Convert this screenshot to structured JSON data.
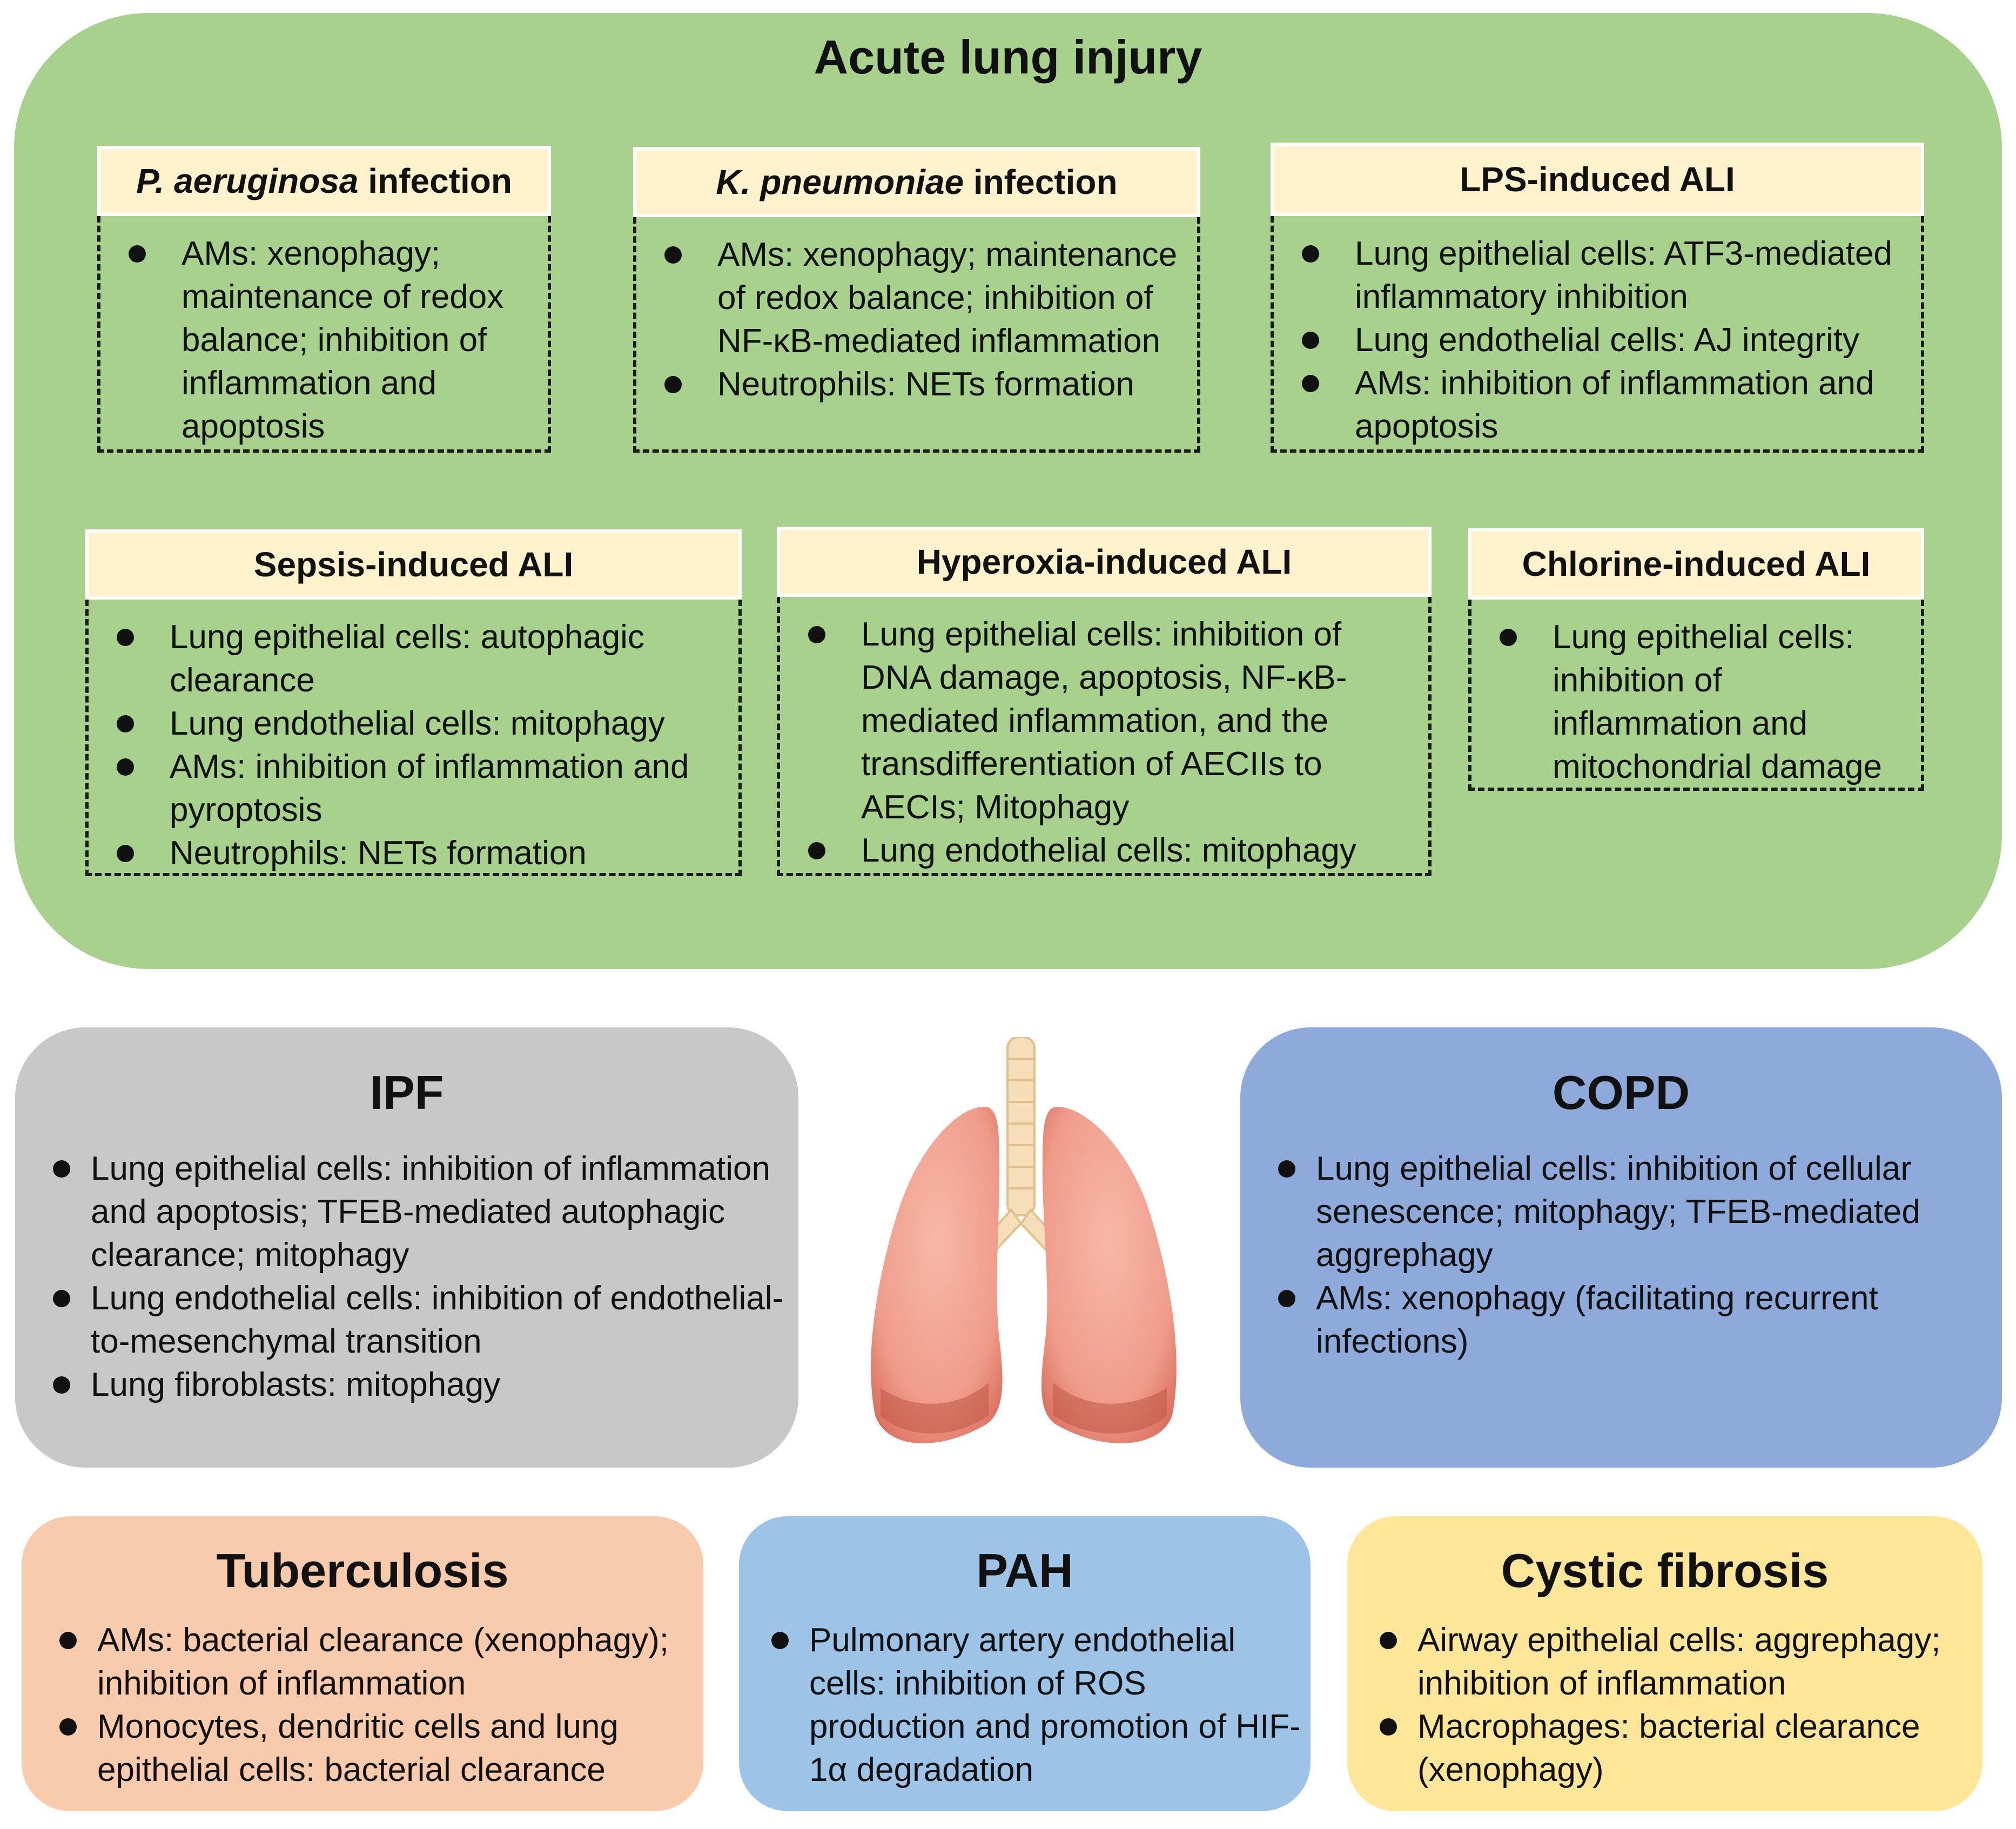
{
  "ali": {
    "title": "Acute lung injury",
    "boxes": [
      {
        "title_em": "P. aeruginosa",
        "title_rest": " infection",
        "items": [
          "AMs: xenophagy; maintenance of redox balance; inhibition of inflammation and apoptosis"
        ]
      },
      {
        "title_em": "K. pneumoniae",
        "title_rest": " infection",
        "items": [
          "AMs: xenophagy; maintenance of redox balance; inhibition of NF-κB-mediated inflammation",
          "Neutrophils: NETs formation"
        ]
      },
      {
        "title": "LPS-induced ALI",
        "items": [
          "Lung epithelial cells: ATF3-mediated inflammatory inhibition",
          "Lung endothelial cells: AJ integrity",
          "AMs: inhibition of inflammation and apoptosis"
        ]
      },
      {
        "title": "Sepsis-induced ALI",
        "items": [
          "Lung epithelial cells: autophagic clearance",
          "Lung endothelial cells: mitophagy",
          "AMs: inhibition of inflammation and pyroptosis",
          "Neutrophils: NETs formation"
        ]
      },
      {
        "title": "Hyperoxia-induced ALI",
        "items": [
          "Lung epithelial cells: inhibition of DNA damage, apoptosis, NF-κB-mediated inflammation, and the transdifferentiation of AECIIs to AECIs; Mitophagy",
          "Lung endothelial cells: mitophagy"
        ]
      },
      {
        "title": "Chlorine-induced ALI",
        "items": [
          "Lung epithelial cells: inhibition of inflammation and mitochondrial damage"
        ]
      }
    ]
  },
  "ipf": {
    "title": "IPF",
    "items": [
      "Lung epithelial cells: inhibition of inflammation and apoptosis; TFEB-mediated autophagic clearance; mitophagy",
      "Lung endothelial cells: inhibition of endothelial-to-mesenchymal transition",
      "Lung fibroblasts: mitophagy"
    ]
  },
  "copd": {
    "title": "COPD",
    "items": [
      "Lung epithelial cells: inhibition of cellular senescence; mitophagy; TFEB-mediated aggrephagy",
      "AMs: xenophagy (facilitating recurrent infections)"
    ]
  },
  "tb": {
    "title": "Tuberculosis",
    "items": [
      "AMs: bacterial clearance (xenophagy); inhibition of inflammation",
      "Monocytes, dendritic cells and lung epithelial cells: bacterial clearance"
    ]
  },
  "pah": {
    "title": "PAH",
    "items": [
      "Pulmonary artery endothelial cells: inhibition of ROS production and promotion of HIF-1α degradation"
    ]
  },
  "cf": {
    "title": "Cystic fibrosis",
    "items": [
      "Airway epithelial cells: aggrephagy; inhibition of inflammation",
      "Macrophages: bacterial clearance (xenophagy)"
    ]
  },
  "colors": {
    "ali_bg": "#a9d18e",
    "box_title_bg": "#fff2cc",
    "ipf_bg": "#c8c8c8",
    "copd_bg": "#8eaadb",
    "tb_bg": "#f8cbad",
    "pah_bg": "#9dc3e6",
    "cf_bg": "#ffe699",
    "lung_pink": "#f2a89a",
    "trachea": "#f5deb8"
  },
  "icons": {
    "bullet": "filled-circle-bullet",
    "illustration": "lungs-illustration"
  }
}
